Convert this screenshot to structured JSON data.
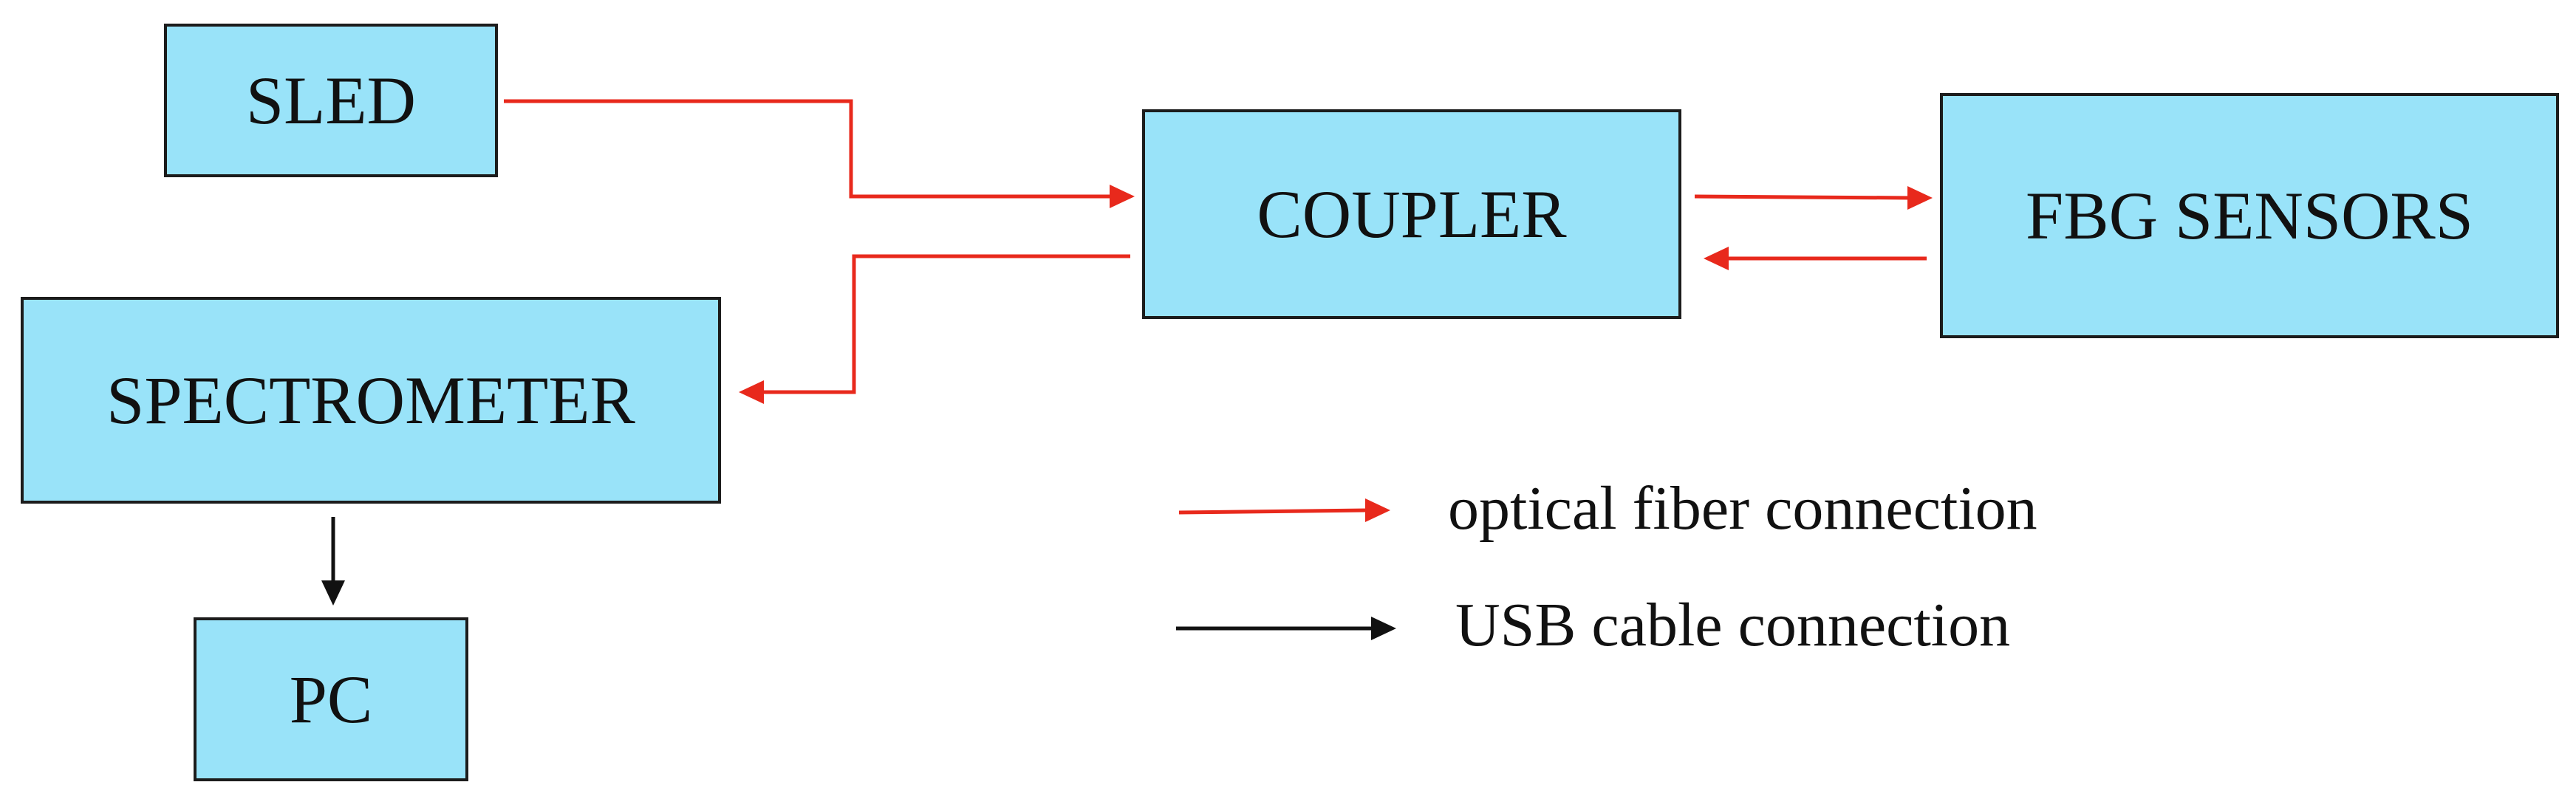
{
  "blocks": {
    "sled": "SLED",
    "coupler": "COUPLER",
    "fbg_sensors": "FBG SENSORS",
    "spectrometer": "SPECTROMETER",
    "pc": "PC"
  },
  "legend": {
    "fiber": "optical fiber connection",
    "usb": "USB cable connection"
  },
  "colors": {
    "box_fill": "#99e3f9",
    "box_border": "#1c1c1c",
    "fiber": "#e8291c",
    "usb": "#111111"
  }
}
